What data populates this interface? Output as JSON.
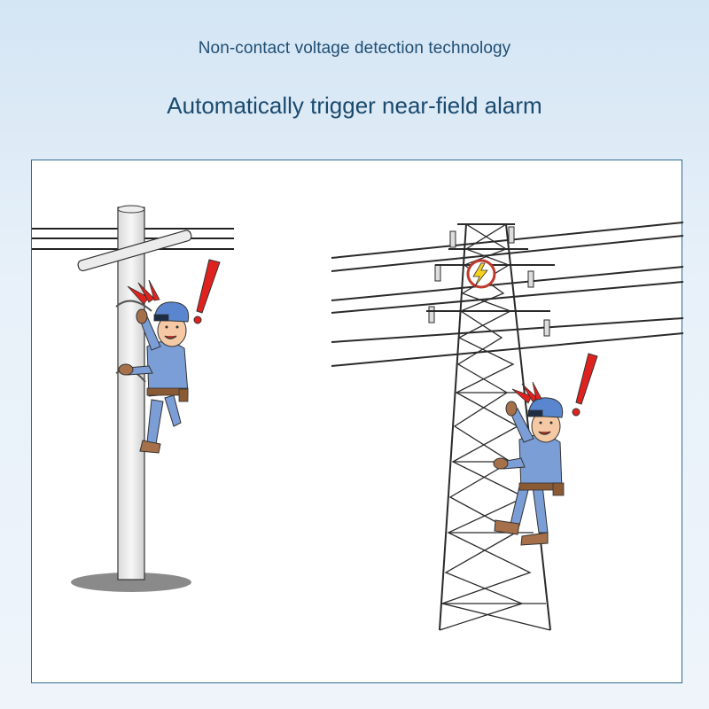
{
  "header": {
    "subtitle": "Non-contact voltage detection technology",
    "title": "Automatically trigger near-field alarm"
  },
  "colors": {
    "title": "#1a4a6e",
    "panel_border": "#2f6890",
    "alarm_red": "#e0221f",
    "uniform_blue": "#7c9ed6",
    "helmet_blue": "#5a86cf",
    "glove_brown": "#a5704a",
    "warning_yellow": "#f7d21e"
  },
  "icons": [
    "utility-pole",
    "transmission-tower",
    "worker-climbing",
    "exclamation-icon",
    "alarm-waves-icon",
    "lightning-warning-icon"
  ]
}
